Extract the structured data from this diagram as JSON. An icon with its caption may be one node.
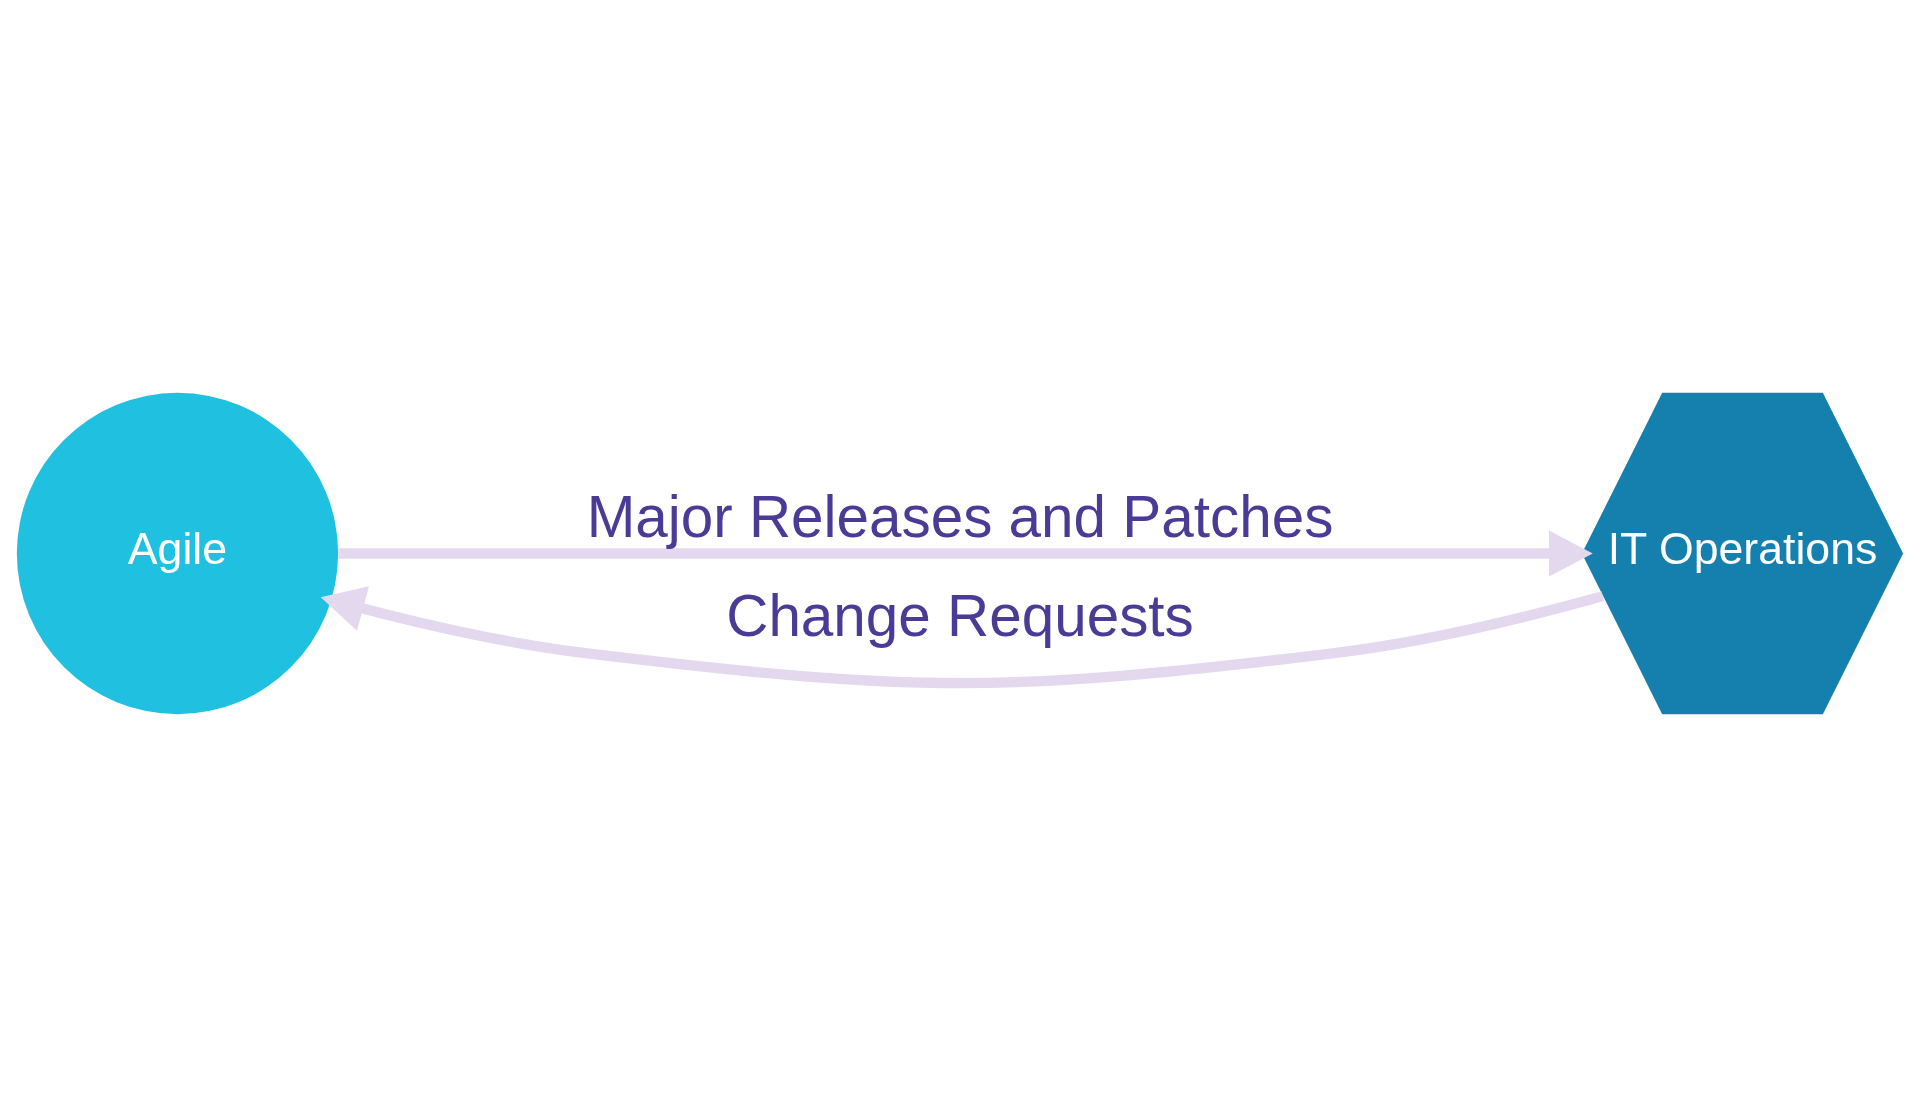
{
  "diagram": {
    "nodes": [
      {
        "text": [
          "Agile"
        ]
      },
      {
        "text": [
          "IT Operations"
        ]
      }
    ],
    "edges": [
      {
        "from": 0,
        "to": 1,
        "arrow": "to",
        "label": "Major Releases and Patches"
      },
      {
        "from": 1,
        "to": 0,
        "arrow": "to",
        "label": "Change Requests"
      }
    ]
  }
}
